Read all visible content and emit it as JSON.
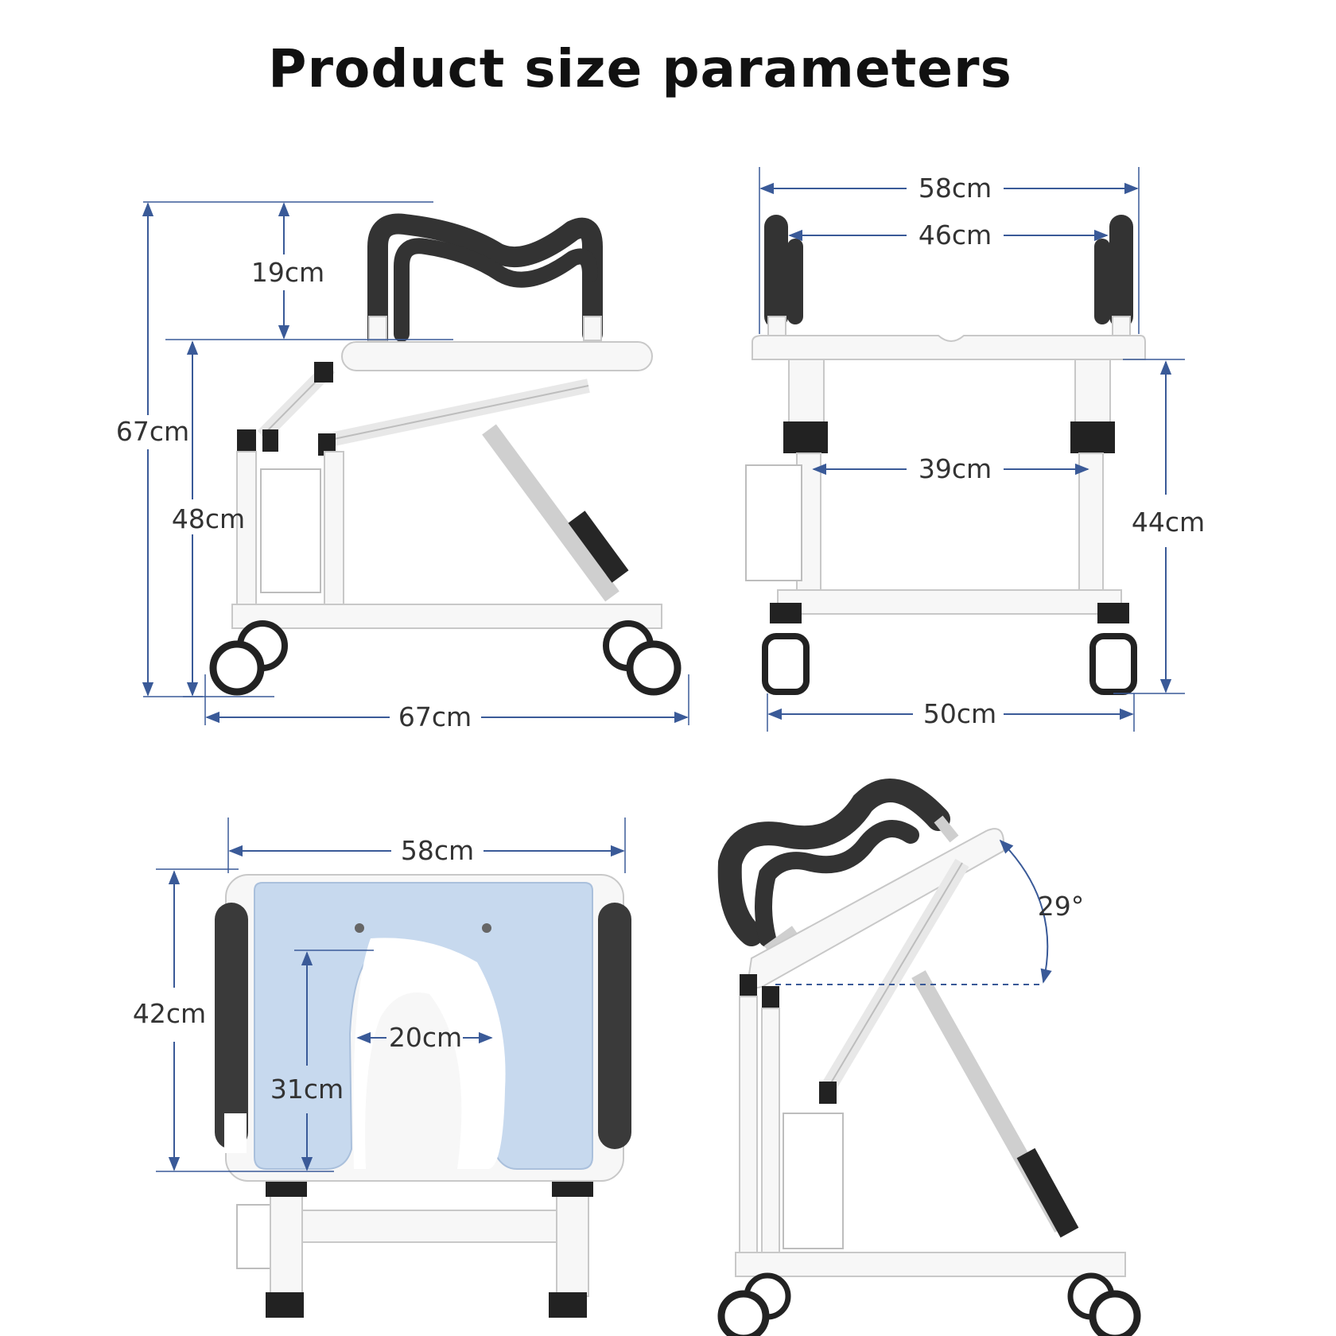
{
  "title": "Product size parameters",
  "views": {
    "side": {
      "total_height": "67cm",
      "backrest_height": "19cm",
      "seat_height": "48cm",
      "length": "67cm"
    },
    "front": {
      "outer_width": "58cm",
      "armrest_inner_width": "46cm",
      "leg_inner_width": "39cm",
      "seat_height": "44cm",
      "base_width": "50cm"
    },
    "top": {
      "width": "58cm",
      "depth": "42cm",
      "opening_width": "20cm",
      "opening_depth": "31cm"
    },
    "tilted": {
      "tilt_angle": "29°"
    }
  }
}
